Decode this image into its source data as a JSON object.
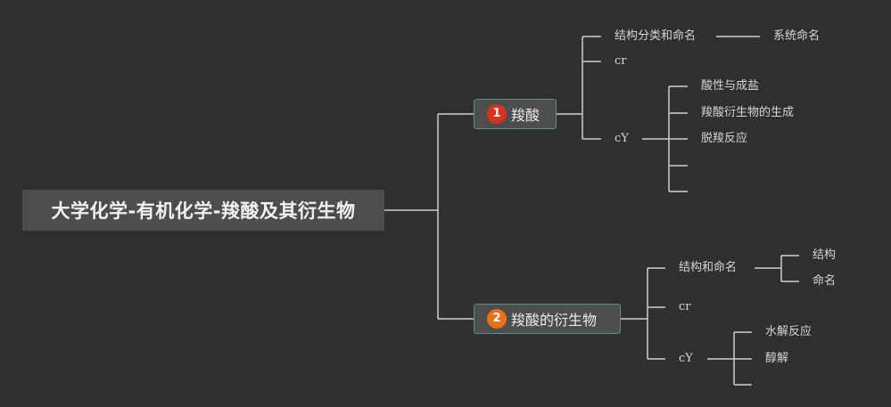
{
  "root": {
    "label": "大学化学-有机化学-羧酸及其衍生物"
  },
  "branches": [
    {
      "badge": "1",
      "badge_color": "#d9331f",
      "label": "羧酸",
      "children": [
        {
          "label": "结构分类和命名",
          "children": [
            {
              "label": "系统命名"
            }
          ]
        },
        {
          "label": "cr"
        },
        {
          "label": "cY",
          "children": [
            {
              "label": "酸性与成盐"
            },
            {
              "label": "羧酸衍生物的生成"
            },
            {
              "label": "脱羧反应"
            },
            {
              "label": ""
            },
            {
              "label": ""
            }
          ]
        }
      ]
    },
    {
      "badge": "2",
      "badge_color": "#e8711c",
      "label": "羧酸的衍生物",
      "children": [
        {
          "label": "结构和命名",
          "children": [
            {
              "label": "结构"
            },
            {
              "label": "命名"
            }
          ]
        },
        {
          "label": "cr"
        },
        {
          "label": "cY",
          "children": [
            {
              "label": "水解反应"
            },
            {
              "label": "醇解"
            },
            {
              "label": ""
            }
          ]
        }
      ]
    }
  ],
  "colors": {
    "background": "#2f2f2f",
    "node_fill": "#4d4d4d",
    "node_border": "#5f8f82",
    "connector": "#cfcfcf"
  }
}
